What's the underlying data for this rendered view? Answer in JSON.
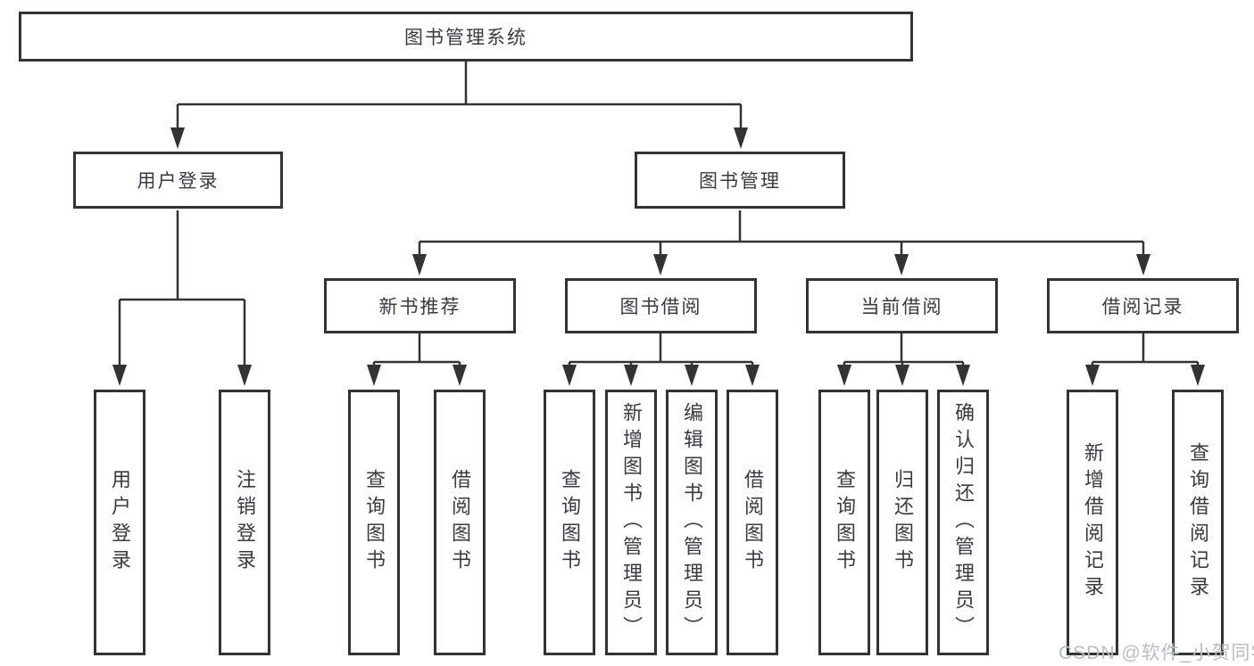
{
  "diagram": {
    "type": "hierarchy-tree",
    "root": {
      "label": "图书管理系统"
    },
    "branches": [
      {
        "label": "用户登录",
        "children": [
          {
            "label": "用户登录"
          },
          {
            "label": "注销登录"
          }
        ]
      },
      {
        "label": "图书管理",
        "children": [
          {
            "label": "新书推荐",
            "children": [
              {
                "label": "查询图书"
              },
              {
                "label": "借阅图书"
              }
            ]
          },
          {
            "label": "图书借阅",
            "children": [
              {
                "label": "查询图书"
              },
              {
                "label": "新增图书（管理员）"
              },
              {
                "label": "编辑图书（管理员）"
              },
              {
                "label": "借阅图书"
              }
            ]
          },
          {
            "label": "当前借阅",
            "children": [
              {
                "label": "查询图书"
              },
              {
                "label": "归还图书"
              },
              {
                "label": "确认归还（管理员）"
              }
            ]
          },
          {
            "label": "借阅记录",
            "children": [
              {
                "label": "新增借阅记录"
              },
              {
                "label": "查询借阅记录"
              }
            ]
          }
        ]
      }
    ]
  },
  "watermark": {
    "text": "CSDN @软件_小贺同学"
  },
  "colors": {
    "line": "#333333",
    "border": "#333333",
    "text": "#3a3a42",
    "background": "#ffffff",
    "watermark": "#b9bdc4"
  }
}
